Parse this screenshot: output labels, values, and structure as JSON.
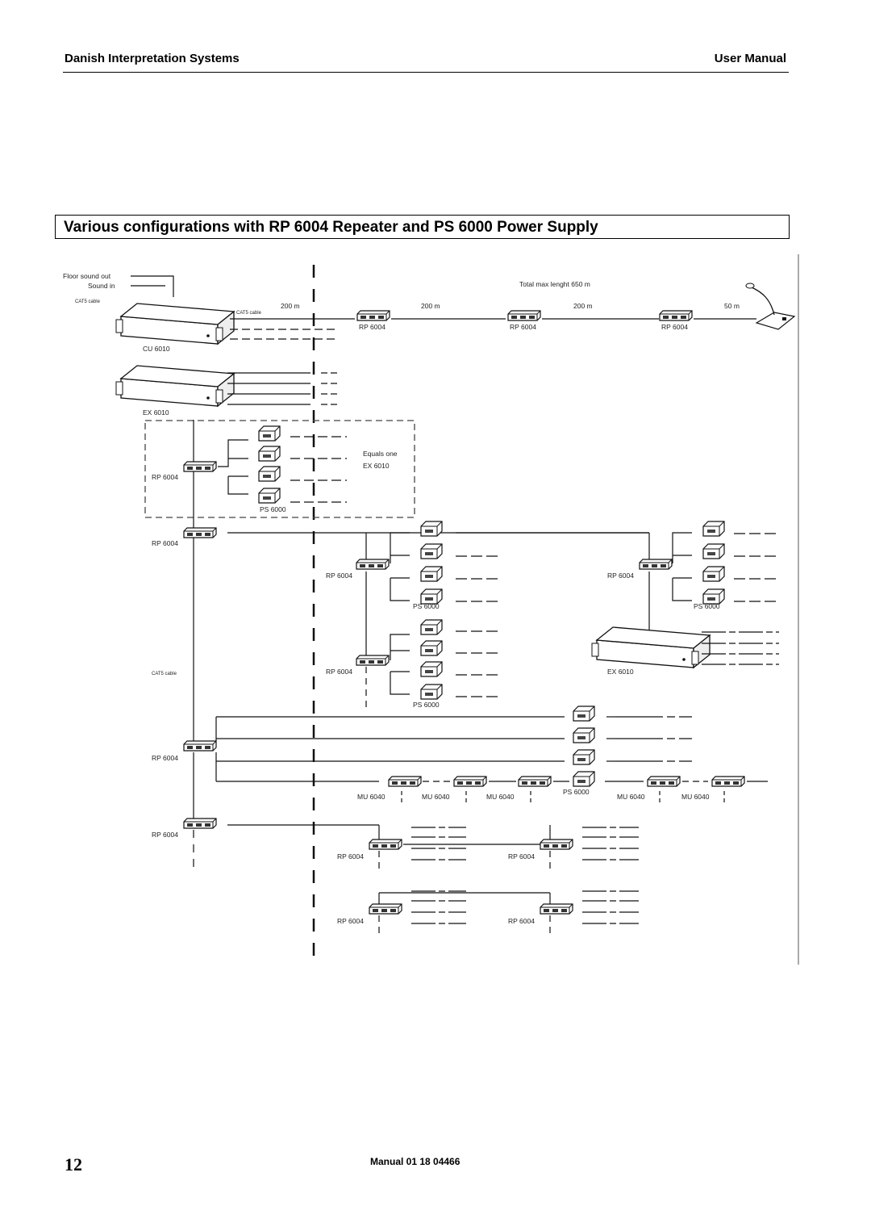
{
  "header": {
    "left": "Danish Interpretation Systems",
    "right": "User Manual"
  },
  "section_title": "Various configurations with RP 6004 Repeater and PS 6000 Power Supply",
  "diagram": {
    "floor_sound_out": "Floor sound out",
    "sound_in": "Sound in",
    "cat5_cable": "CAT5 cable",
    "cat5_cable_top": "CAT5 cable",
    "cat5_cable_bottom": "CAT5 cable",
    "total_max_length": "Total max lenght 650 m",
    "distances": [
      "200 m",
      "200 m",
      "200 m",
      "50 m"
    ],
    "cu": "CU 6010",
    "ex": "EX 6010",
    "rp": "RP 6004",
    "ps": "PS 6000",
    "mu": "MU 6040",
    "equals_one_line1": "Equals one",
    "equals_one_line2": "EX 6010"
  },
  "footer": {
    "page_number": "12",
    "manual_ref": "Manual 01 18 04466"
  }
}
